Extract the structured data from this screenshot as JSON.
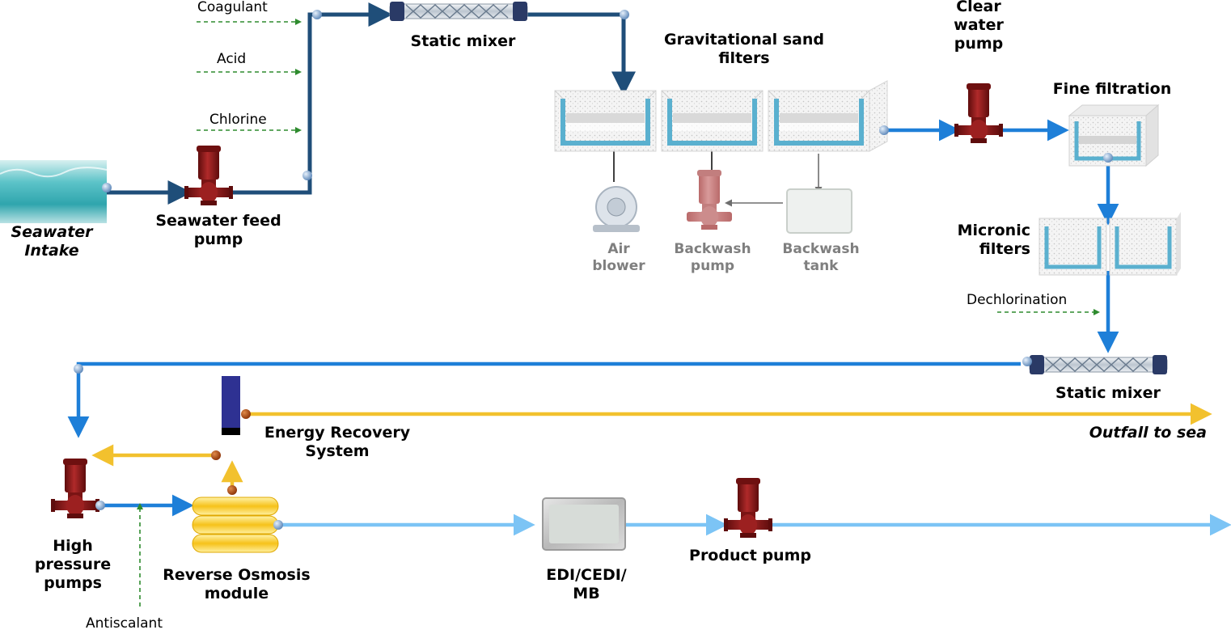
{
  "labels": {
    "seawater_intake": "Seawater\nIntake",
    "seawater_feed_pump": "Seawater feed\npump",
    "static_mixer_1": "Static mixer",
    "sand_filters": "Gravitational sand\nfilters",
    "clear_water_pump": "Clear\nwater\npump",
    "fine_filtration": "Fine filtration",
    "micronic_filters": "Micronic\nfilters",
    "air_blower": "Air\nblower",
    "backwash_pump": "Backwash\npump",
    "backwash_tank": "Backwash\ntank",
    "static_mixer_2": "Static mixer",
    "outfall": "Outfall to sea",
    "energy_recovery": "Energy Recovery\nSystem",
    "high_pressure_pumps": "High\npressure\npumps",
    "ro_module": "Reverse Osmosis\nmodule",
    "edi": "EDI/CEDI/\nMB",
    "product_pump": "Product pump"
  },
  "chemicals": {
    "coagulant": "Coagulant",
    "acid": "Acid",
    "chlorine": "Chlorine",
    "dechlorination": "Dechlorination",
    "antiscalant": "Antiscalant"
  },
  "colors": {
    "pretreatment_line": "#1f4e79",
    "filtered_line": "#1e7fd8",
    "product_line": "#7cc4f5",
    "brine_line": "#f2c12e",
    "chemical_dose": "#2e8b2e",
    "backwash_line": "#6e6e6e",
    "pump_body": "#8b1a1a",
    "seawater": "#3fb0b8",
    "filter_media": "#5ab0cf"
  }
}
